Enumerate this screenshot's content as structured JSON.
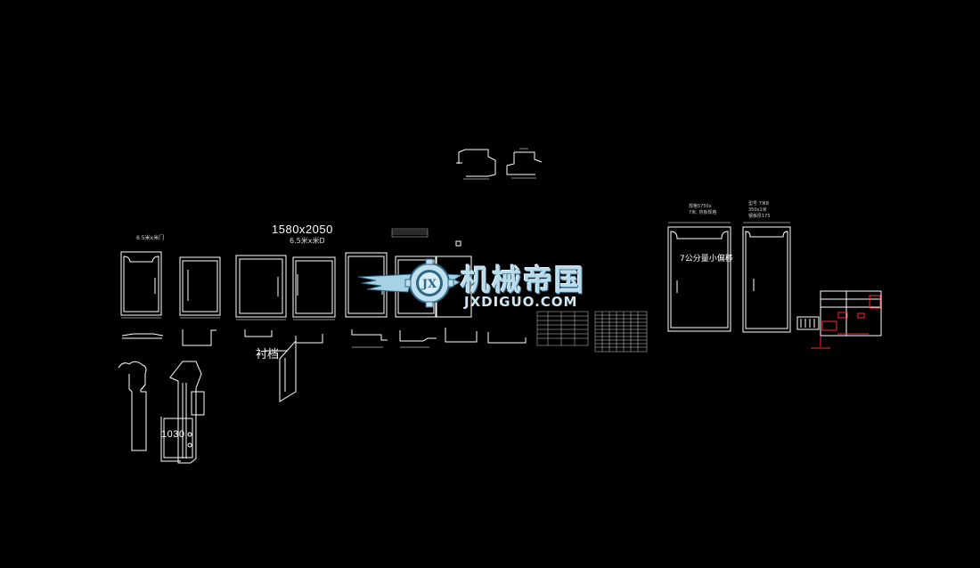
{
  "drawing": {
    "background": "#000000",
    "line_color": "#ffffff",
    "accent_color": "#ff2a2a",
    "labels": {
      "size_main": "1580x2050",
      "size_sub": "6.5米x米D",
      "label_panel1": "6.5米x米门",
      "label_material": "衬档",
      "label_1030": "1030",
      "label_note": "7公分量小偏移",
      "label_right_top1": "规格5750x",
      "label_right_top1b": "7米, 背板规格",
      "label_right_top2": "型号 7米8",
      "label_right_top2b": "350x1米",
      "label_right_top2c": "钢板厚175"
    }
  },
  "watermark": {
    "text_cn": "机械帝国",
    "text_en": "JXDIGUO.COM",
    "emblem_letters": "JX",
    "color_primary": "#b9dcec",
    "color_shadow": "#3a6f8c"
  }
}
